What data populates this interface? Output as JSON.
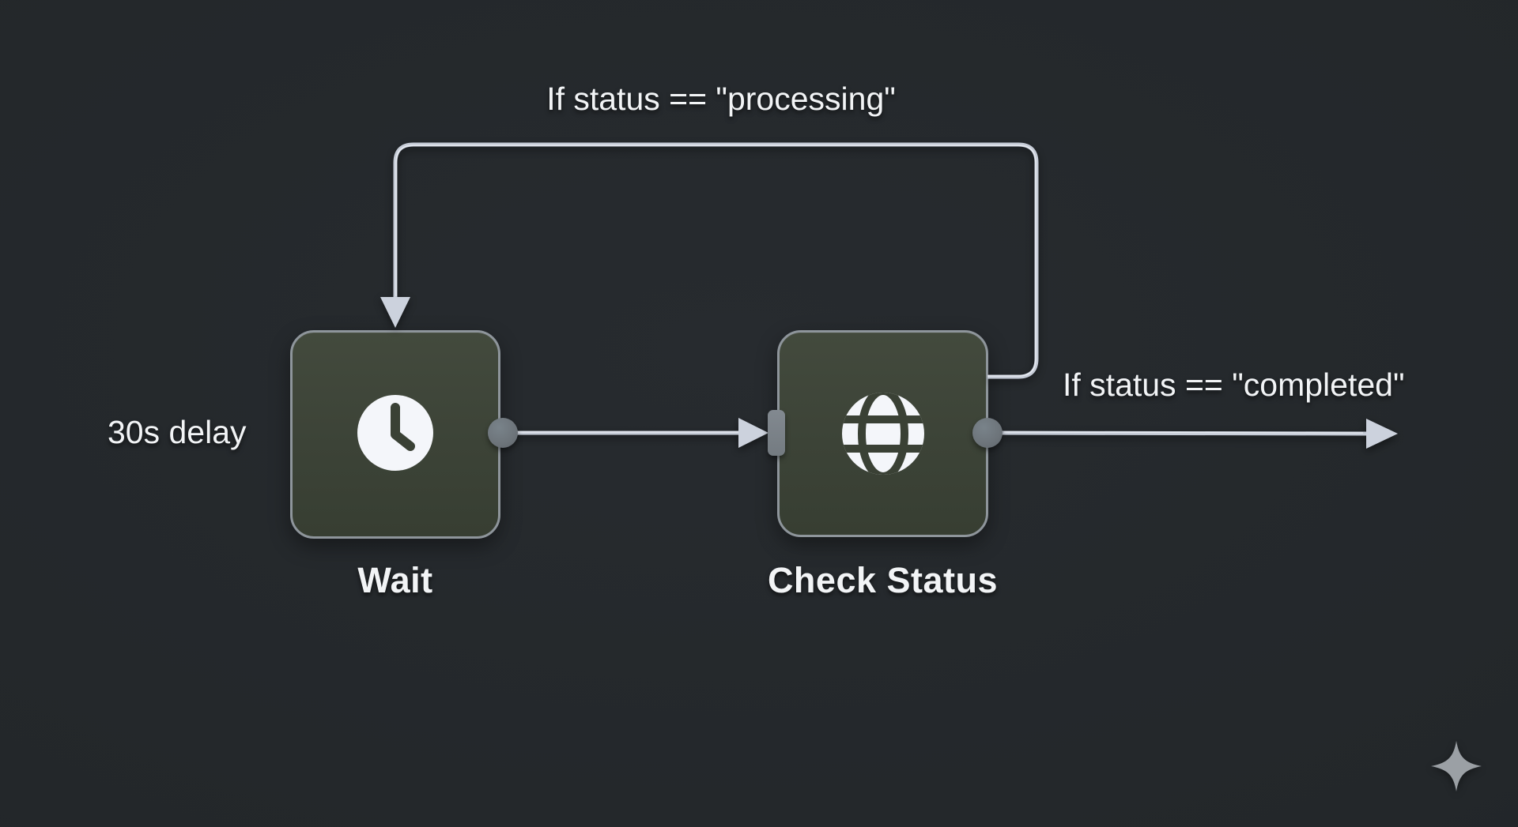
{
  "canvas": {
    "type": "workflow-diagram",
    "background_color": "#23272a"
  },
  "nodes": {
    "wait": {
      "label": "Wait",
      "icon": "clock-icon",
      "annotation": "30s delay"
    },
    "check_status": {
      "label": "Check Status",
      "icon": "globe-icon"
    }
  },
  "edges": {
    "wait_to_check": {
      "label": ""
    },
    "loop_back": {
      "label": "If status == \"processing\""
    },
    "exit": {
      "label": "If status == \"completed\""
    }
  },
  "decorations": {
    "sparkle": "sparkle-icon"
  },
  "colors": {
    "node_fill_top": "#434a3d",
    "node_fill_bottom": "#373e32",
    "node_border": "#8e959b",
    "edge_line": "#c6ccd7",
    "arrow_head": "#ccd2dd",
    "connector_gray": "#6d747a",
    "text": "#f2f4f6",
    "sparkle": "#9ba0a5"
  }
}
